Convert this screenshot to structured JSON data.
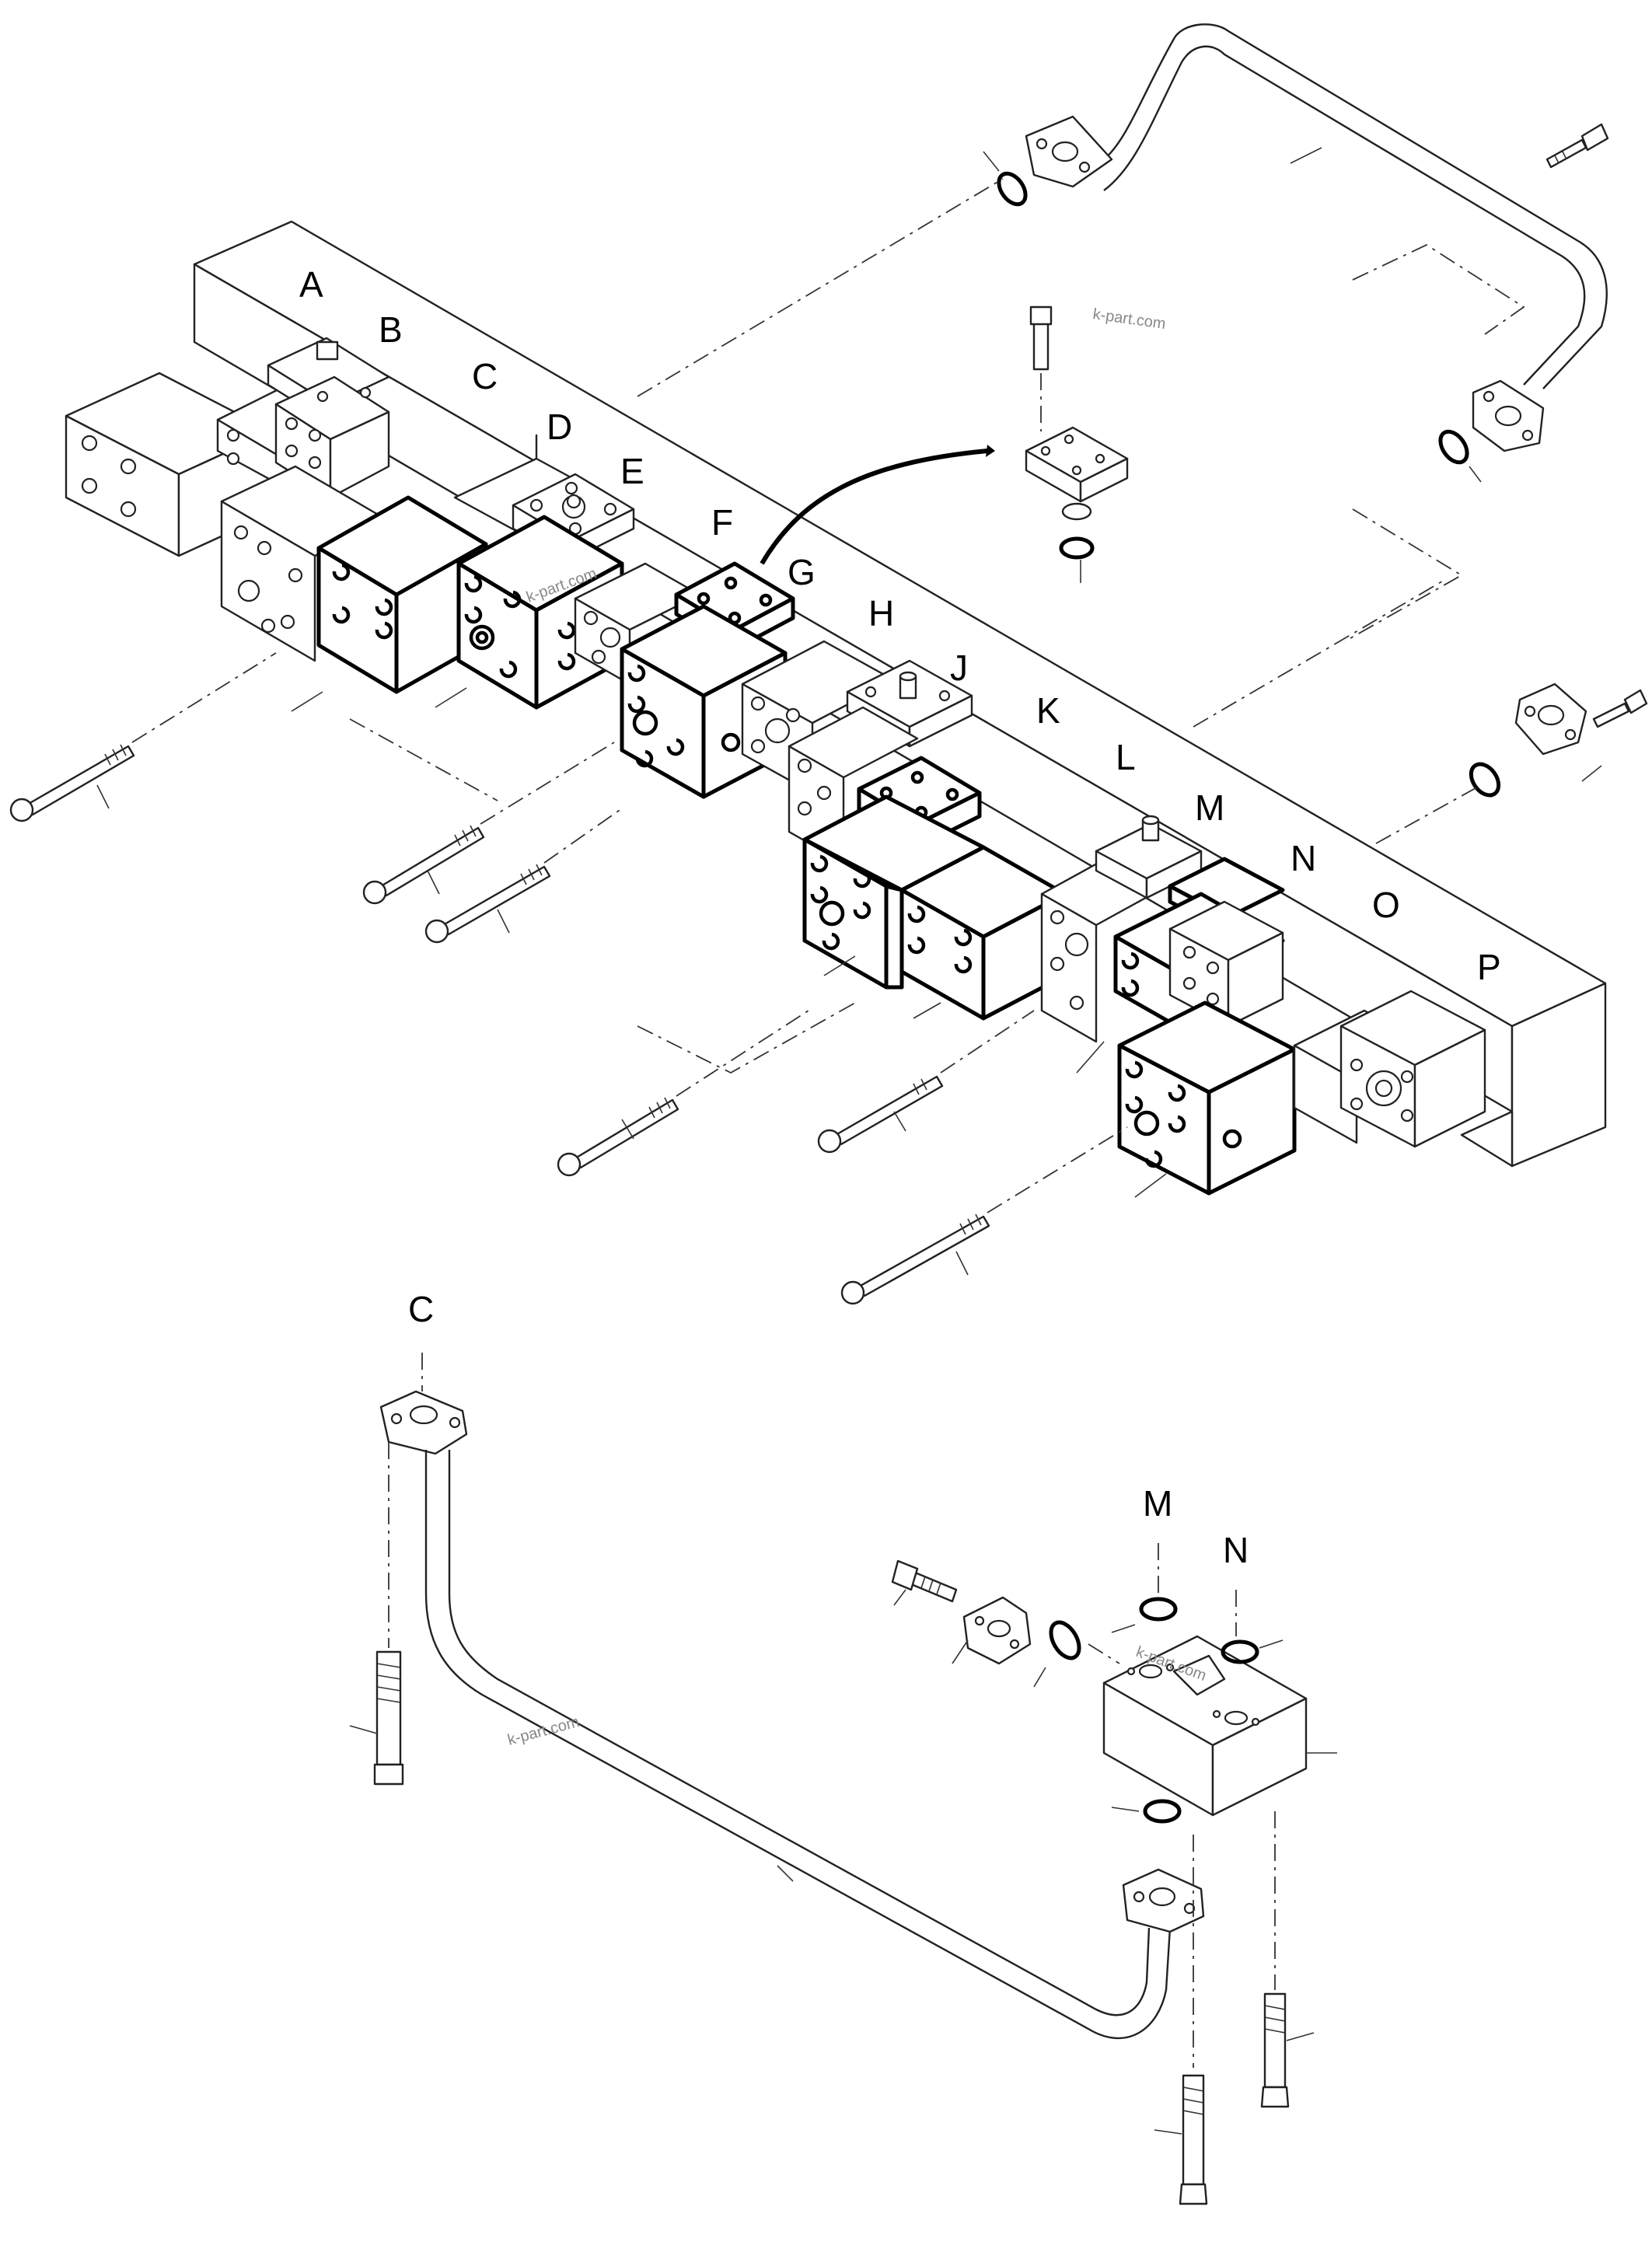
{
  "labels": {
    "a": "A",
    "b": "B",
    "c": "C",
    "d": "D",
    "e": "E",
    "f": "F",
    "g": "G",
    "h": "H",
    "j": "J",
    "k": "K",
    "l": "L",
    "m": "M",
    "n": "N",
    "o": "O",
    "p": "P",
    "c_lower": "C",
    "m_lower": "M",
    "n_lower": "N"
  },
  "watermarks": {
    "w1": "k-part.com",
    "w2": "k-part.com",
    "w3": "k-part.com",
    "w4": "k-part.com"
  }
}
